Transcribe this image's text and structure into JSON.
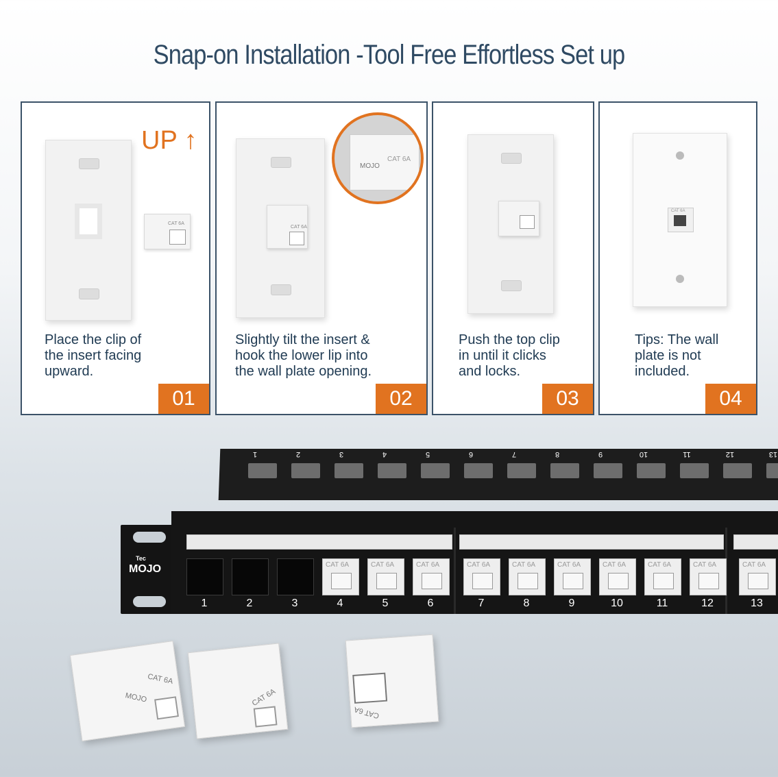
{
  "headline": "Snap-on Installation -Tool Free Effortless Set up",
  "steps": [
    {
      "number": "01",
      "caption_lines": [
        "Place the clip of",
        "the insert facing",
        "upward."
      ]
    },
    {
      "number": "02",
      "caption_lines": [
        "Slightly tilt the insert &",
        "hook the lower lip into",
        "the wall plate opening."
      ]
    },
    {
      "number": "03",
      "caption_lines": [
        "Push the top clip",
        "in until it clicks",
        "and locks."
      ]
    },
    {
      "number": "04",
      "caption_lines": [
        "Tips: The wall",
        "plate is not",
        "included."
      ]
    }
  ],
  "up_label": "UP ↑",
  "keystone_label": "CAT 6A",
  "brand": {
    "small": "Tec",
    "big": "MOJO"
  },
  "panel": {
    "port_numbers": [
      "1",
      "2",
      "3",
      "4",
      "5",
      "6",
      "7",
      "8",
      "9",
      "10",
      "11",
      "12",
      "13"
    ],
    "top_numbers": [
      "1",
      "2",
      "3",
      "4",
      "5",
      "6",
      "7",
      "8",
      "9",
      "10",
      "11",
      "12",
      "13"
    ],
    "port_label": "CAT 6A"
  },
  "colors": {
    "accent": "#e17320",
    "frame": "#3b5268",
    "headline": "#2f4a63"
  }
}
